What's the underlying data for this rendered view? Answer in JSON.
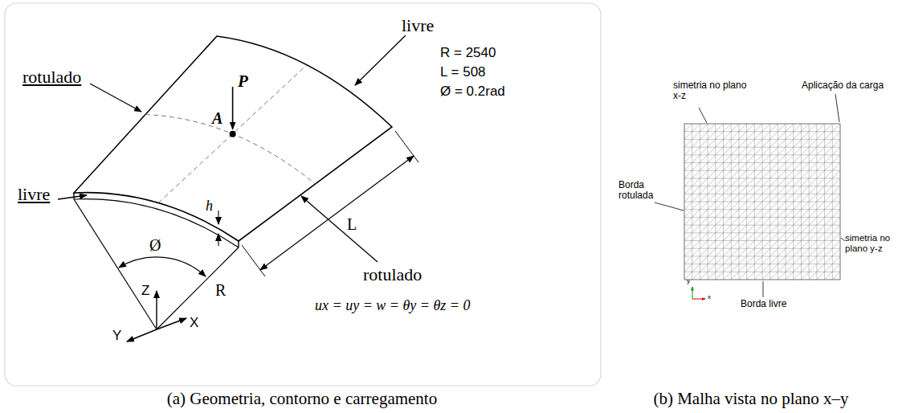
{
  "diagram": {
    "labels": [
      "P",
      "A",
      "livre",
      "rotulado",
      "R = 2540",
      "L = 508",
      "Ø = 0.2rad",
      "h",
      "livre",
      "Ø",
      "R",
      "L",
      "rotulado",
      "ux = uy = w = θy = θz = 0",
      "Z",
      "Y",
      "X",
      "(a) Geometria, contorno e carregamento",
      "(b) Malha vista no plano x–y",
      "simetria no plano x-z",
      "Aplicação da carga",
      "Borda rotulada",
      "simetria no plano y-z",
      "Borda livre",
      "y",
      "x"
    ]
  }
}
